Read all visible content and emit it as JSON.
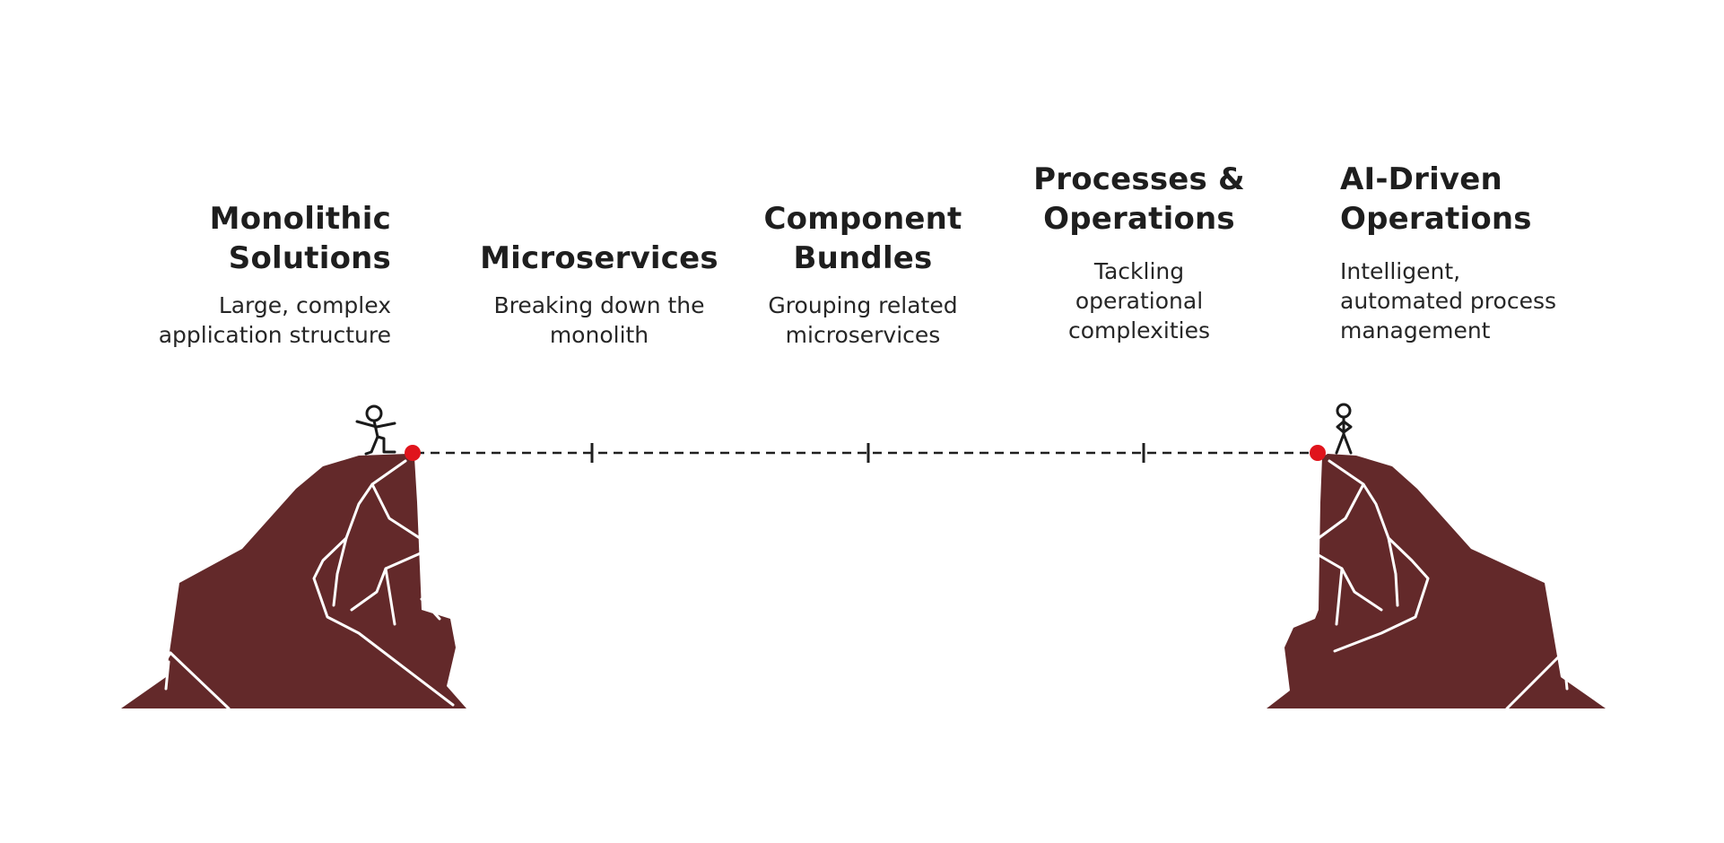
{
  "stages": [
    {
      "title_lines": [
        "Monolithic",
        "Solutions"
      ],
      "desc_lines": [
        "Large, complex",
        "application structure"
      ]
    },
    {
      "title_lines": [
        "Microservices"
      ],
      "desc_lines": [
        "Breaking down the",
        "monolith"
      ]
    },
    {
      "title_lines": [
        "Component",
        "Bundles"
      ],
      "desc_lines": [
        "Grouping related",
        "microservices"
      ]
    },
    {
      "title_lines": [
        "Processes &",
        "Operations"
      ],
      "desc_lines": [
        "Tackling",
        "operational",
        "complexities"
      ]
    },
    {
      "title_lines": [
        "AI-Driven",
        "Operations"
      ],
      "desc_lines": [
        "Intelligent,",
        "automated process",
        "management"
      ]
    }
  ],
  "colors": {
    "cliff": "#63292a",
    "crack": "#ffffff",
    "endpoint": "#e0141c",
    "line": "#1f1f1f",
    "figure": "#1a1a1a"
  },
  "icons": {
    "left_cliff": "cliff-icon",
    "right_cliff": "cliff-icon",
    "left_figure": "stepping-person-icon",
    "right_figure": "standing-person-icon"
  }
}
